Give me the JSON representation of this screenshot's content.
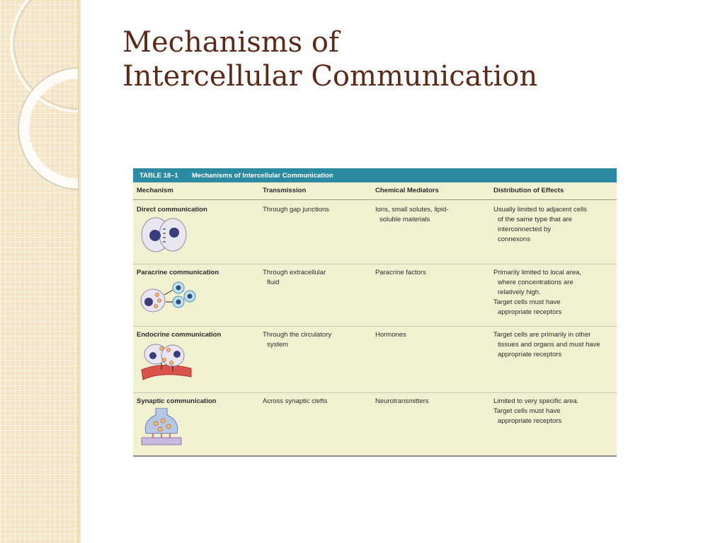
{
  "slide": {
    "title_line1": "Mechanisms of",
    "title_line2": "Intercellular Communication"
  },
  "table": {
    "number": "TABLE 18–1",
    "caption": "Mechanisms of Intercellular Communication",
    "columns": [
      "Mechanism",
      "Transmission",
      "Chemical Mediators",
      "Distribution of Effects"
    ],
    "rows": [
      {
        "mechanism": "Direct communication",
        "illustration_icon": "gap-junction-cells-icon",
        "transmission": [
          "Through gap junctions"
        ],
        "mediators": [
          "Ions, small solutes, lipid-",
          "soluble materials"
        ],
        "effects": [
          "Usually limited to adjacent cells",
          "of the same type that are",
          "interconnected by",
          "connexons"
        ]
      },
      {
        "mechanism": "Paracrine communication",
        "illustration_icon": "paracrine-cells-icon",
        "transmission": [
          "Through extracellular",
          "fluid"
        ],
        "mediators": [
          "Paracrine factors"
        ],
        "effects": [
          "Primarily limited to local area,",
          "where concentrations are",
          "relatively high.",
          "Target cells must have",
          "appropriate receptors"
        ]
      },
      {
        "mechanism": "Endocrine communication",
        "illustration_icon": "endocrine-bloodvessel-icon",
        "transmission": [
          "Through the circulatory",
          "system"
        ],
        "mediators": [
          "Hormones"
        ],
        "effects": [
          "Target cells are primarily in other",
          "tissues and organs and must have",
          "appropriate receptors"
        ]
      },
      {
        "mechanism": "Synaptic communication",
        "illustration_icon": "synapse-icon",
        "transmission": [
          "Across synaptic clefts"
        ],
        "mediators": [
          "Neurotransmitters"
        ],
        "effects": [
          "Limited to very specific area.",
          "Target cells must have",
          "appropriate receptors"
        ]
      }
    ]
  },
  "colors": {
    "title": "#5a2a1a",
    "table_header": "#2d8aa3",
    "table_bg": "#f1f1d2",
    "side_strip": "#f4e5c6"
  }
}
